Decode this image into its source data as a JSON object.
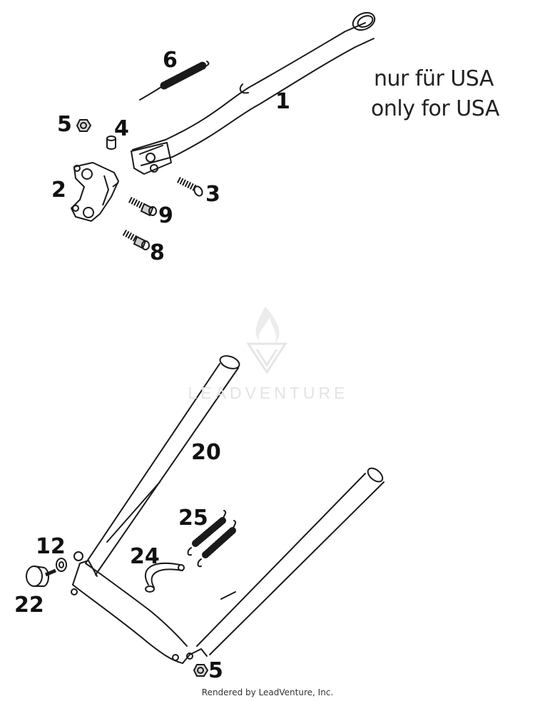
{
  "notes": {
    "line1": "nur für USA",
    "line2": "only for USA"
  },
  "callouts": {
    "p1": "1",
    "p2": "2",
    "p3": "3",
    "p4": "4",
    "p5_top": "5",
    "p6": "6",
    "p8": "8",
    "p9": "9",
    "p12": "12",
    "p20": "20",
    "p22": "22",
    "p24": "24",
    "p25": "25",
    "p5_bottom": "5"
  },
  "watermark": {
    "text": "LEADVENTURE"
  },
  "footer": {
    "text": "Rendered by LeadVenture, Inc."
  }
}
